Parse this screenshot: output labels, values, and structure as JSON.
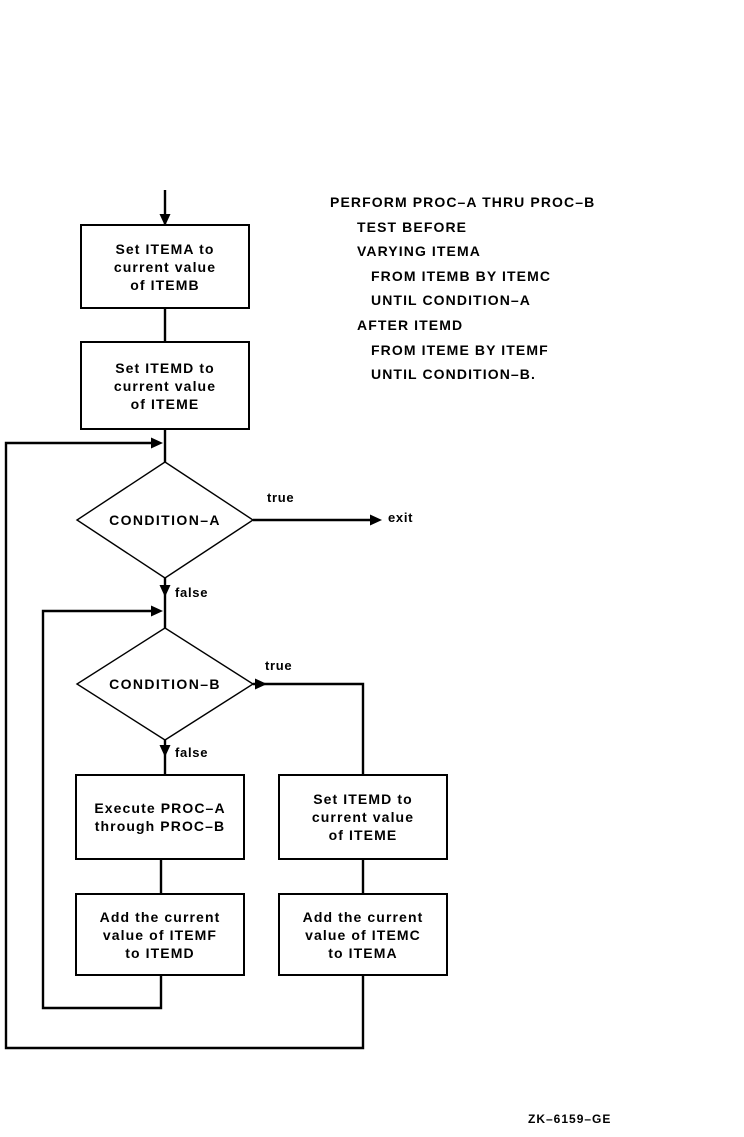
{
  "code": {
    "lines": [
      "PERFORM PROC–A THRU PROC–B",
      "TEST BEFORE",
      "VARYING ITEMA",
      "FROM ITEMB BY ITEMC",
      "UNTIL CONDITION–A",
      "AFTER ITEMD",
      "FROM ITEME BY ITEMF",
      "UNTIL CONDITION–B."
    ]
  },
  "flowchart": {
    "boxes": [
      {
        "text": "Set ITEMA to\ncurrent value\nof ITEMB"
      },
      {
        "text": "Set ITEMD to\ncurrent value\nof ITEME"
      },
      {
        "text": "Execute PROC–A\nthrough PROC–B"
      },
      {
        "text": "Add the current\nvalue of ITEMF\nto ITEMD"
      },
      {
        "text": "Set ITEMD to\ncurrent value\nof ITEME"
      },
      {
        "text": "Add the current\nvalue of ITEMC\nto ITEMA"
      }
    ],
    "decisions": [
      {
        "text": "CONDITION–A"
      },
      {
        "text": "CONDITION–B"
      }
    ],
    "edge_labels": {
      "true1": "true",
      "exit": "exit",
      "false1": "false",
      "true2": "true",
      "false2": "false"
    }
  },
  "caption": "ZK–6159–GE",
  "colors": {
    "ink": "#000000",
    "background": "#ffffff"
  }
}
